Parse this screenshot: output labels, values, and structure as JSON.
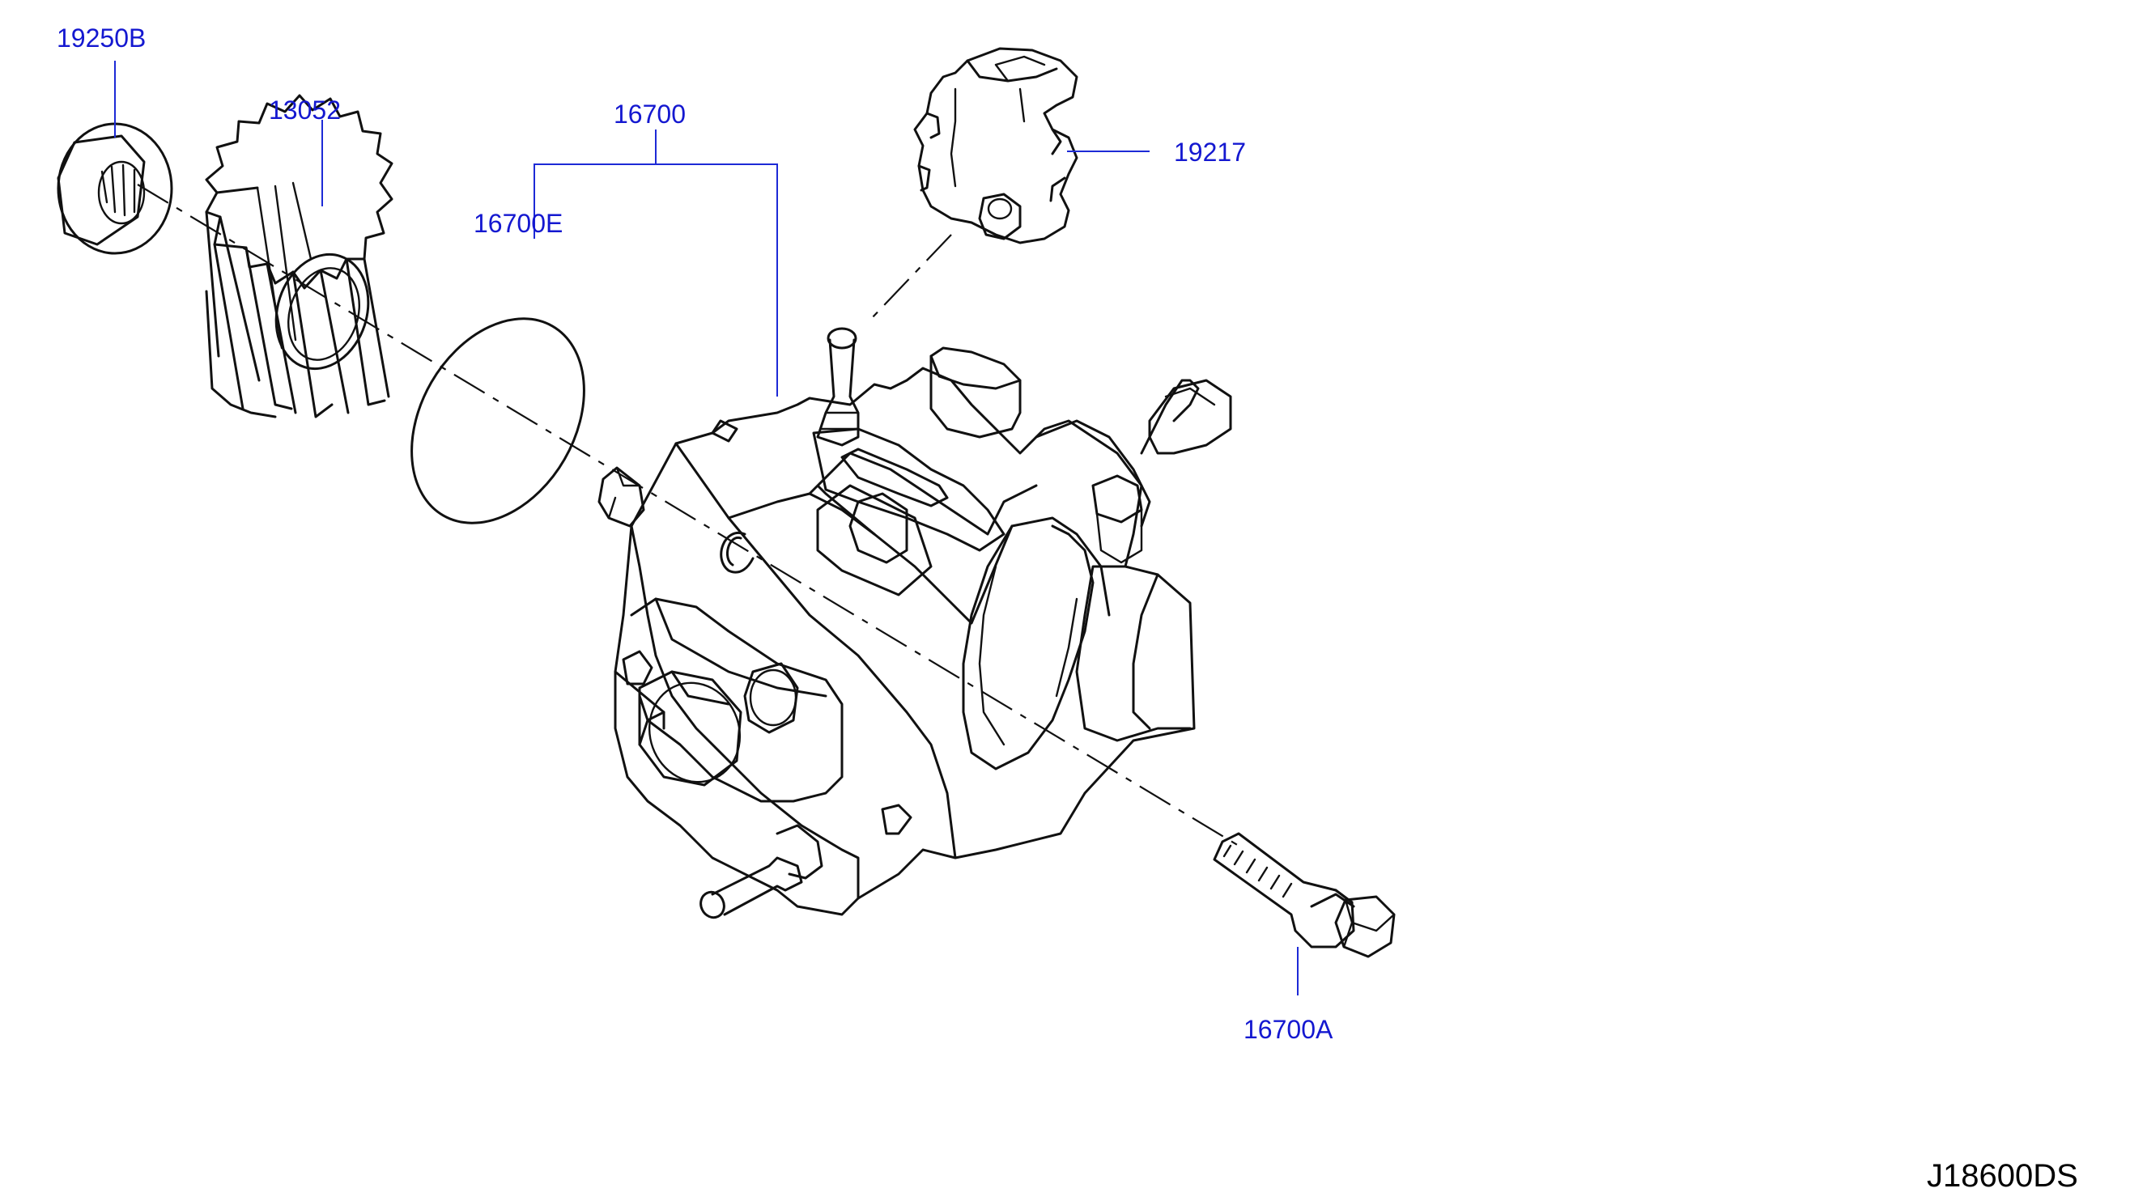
{
  "callouts": {
    "nut": "19250B",
    "gear": "13052",
    "pump_assy": "16700",
    "gasket": "16700E",
    "sensor": "19217",
    "bolt": "16700A"
  },
  "diagram_code": "J18600DS",
  "colors": {
    "callout_text": "#1418d0",
    "leader_line": "#1d2ad6",
    "drawing": "#111111"
  }
}
